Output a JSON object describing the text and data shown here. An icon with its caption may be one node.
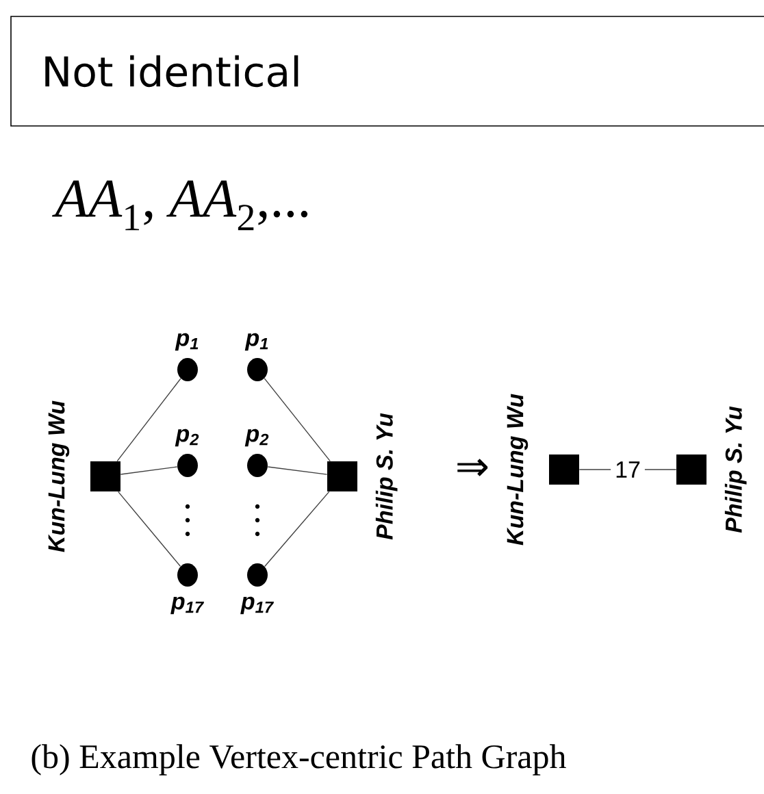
{
  "diagram": {
    "nodes": [
      {
        "text": [
          "Not identical"
        ]
      },
      {
        "text": [],
        "shape": "box",
        "beside": [
          "Kun-Lung Wu"
        ]
      },
      {
        "text": [],
        "shape": "circle",
        "beside": [
          "p$_{1}$"
        ]
      },
      {
        "text": [],
        "shape": "circle",
        "beside": [
          "p$_{2}$"
        ]
      },
      {
        "text": [],
        "shape": "circle",
        "beside": [
          "p$_{17}$"
        ]
      },
      {
        "text": [],
        "shape": "circle",
        "beside": [
          "p$_{1}$"
        ]
      },
      {
        "text": [],
        "shape": "circle",
        "beside": [
          "p$_{2}$"
        ]
      },
      {
        "text": [],
        "shape": "circle",
        "beside": [
          "p$_{17}$"
        ]
      },
      {
        "text": [],
        "shape": "box",
        "beside": [
          "Philip S. Yu"
        ]
      },
      {
        "text": [],
        "shape": "box",
        "beside": [
          "Kun-Lung Wu"
        ]
      },
      {
        "text": [],
        "shape": "box",
        "beside": [
          "Philip S. Yu"
        ]
      }
    ],
    "edges": [
      {
        "from": 1,
        "to": 2,
        "arrow": "none"
      },
      {
        "from": 1,
        "to": 3,
        "arrow": "none"
      },
      {
        "from": 1,
        "to": 4,
        "arrow": "none"
      },
      {
        "from": 5,
        "to": 8,
        "arrow": "none"
      },
      {
        "from": 6,
        "to": 8,
        "arrow": "none"
      },
      {
        "from": 7,
        "to": 8,
        "arrow": "none"
      },
      {
        "from": 9,
        "to": 10,
        "arrow": "none",
        "label": "17"
      }
    ],
    "labels": [
      "*AA*$_{1}$, *AA*$_{2}$,...",
      "⇒"
    ],
    "caption": "(b) Example Vertex-centric Path Graph"
  }
}
